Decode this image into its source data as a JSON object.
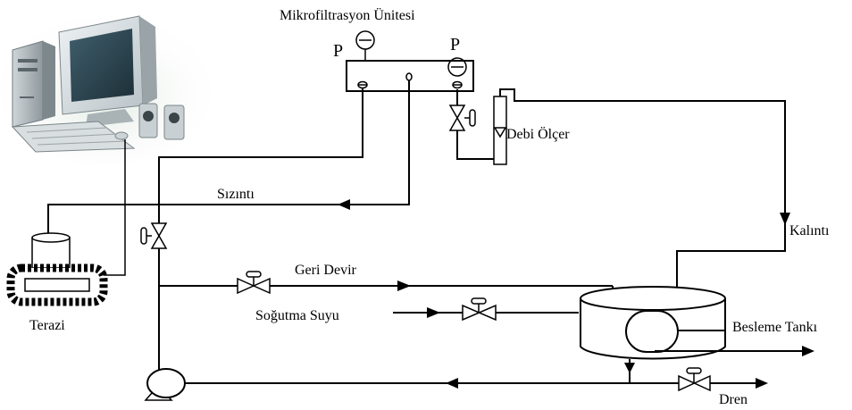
{
  "labels": {
    "microfiltration_unit": "Mikrofiltrasyon Ünitesi",
    "pressure_left": "P",
    "pressure_right": "P",
    "flow_meter": "Debi Ölçer",
    "permeate": "Sızıntı",
    "retentate": "Kalıntı",
    "recycle": "Geri Devir",
    "cooling_water": "Soğutma Suyu",
    "feed_tank": "Besleme Tankı",
    "drain": "Dren",
    "scale": "Terazi"
  },
  "icons": {
    "computer": "computer-icon",
    "pressure_gauge": "pressure-gauge-icon",
    "valve": "valve-icon",
    "pump": "pump-icon",
    "scale": "scale-icon"
  },
  "colors": {
    "line": "#000000",
    "background": "#ffffff"
  }
}
